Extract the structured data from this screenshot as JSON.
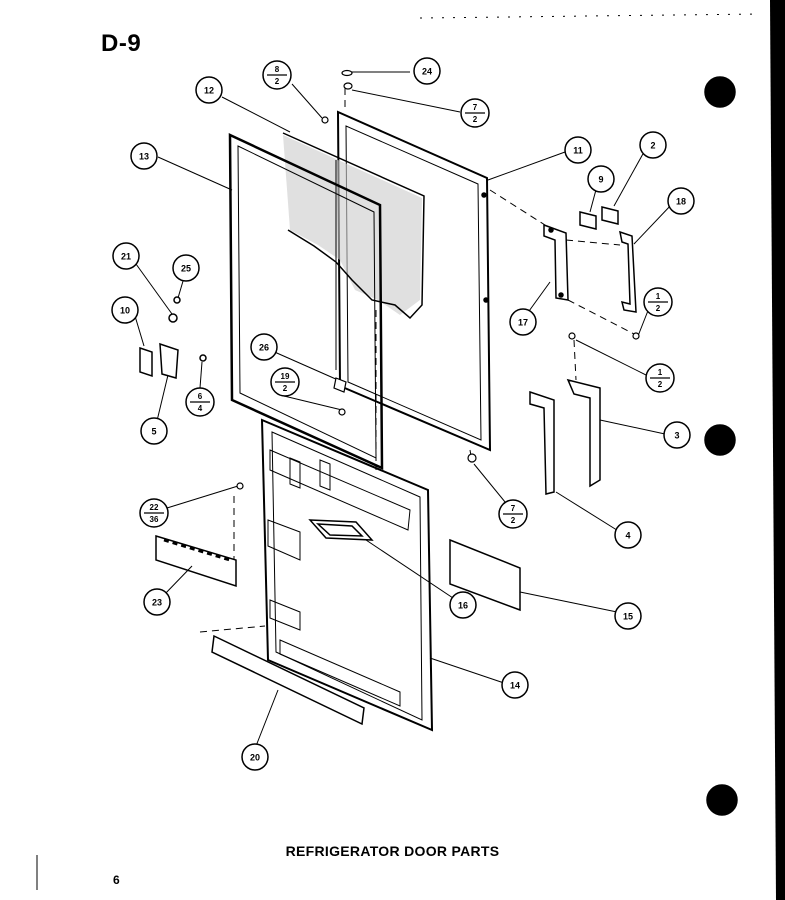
{
  "page": {
    "title": "D-9",
    "caption": "REFRIGERATOR DOOR PARTS",
    "page_number": "6"
  },
  "callouts": [
    {
      "id": "24",
      "label": "24"
    },
    {
      "id": "12",
      "label": "12"
    },
    {
      "id": "13",
      "label": "13"
    },
    {
      "id": "11",
      "label": "11"
    },
    {
      "id": "2",
      "label": "2"
    },
    {
      "id": "9",
      "label": "9"
    },
    {
      "id": "18",
      "label": "18"
    },
    {
      "id": "21",
      "label": "21"
    },
    {
      "id": "25",
      "label": "25"
    },
    {
      "id": "10",
      "label": "10"
    },
    {
      "id": "17",
      "label": "17"
    },
    {
      "id": "26",
      "label": "26"
    },
    {
      "id": "5",
      "label": "5"
    },
    {
      "id": "3",
      "label": "3"
    },
    {
      "id": "4",
      "label": "4"
    },
    {
      "id": "23",
      "label": "23"
    },
    {
      "id": "16",
      "label": "16"
    },
    {
      "id": "15",
      "label": "15"
    },
    {
      "id": "14",
      "label": "14"
    },
    {
      "id": "20",
      "label": "20"
    }
  ],
  "fraction_callouts": [
    {
      "id": "8-2",
      "top": "8",
      "bottom": "2"
    },
    {
      "id": "7-2-top",
      "top": "7",
      "bottom": "2"
    },
    {
      "id": "1-2-a",
      "top": "1",
      "bottom": "2"
    },
    {
      "id": "1-2-b",
      "top": "1",
      "bottom": "2"
    },
    {
      "id": "6-4",
      "top": "6",
      "bottom": "4"
    },
    {
      "id": "19-2",
      "top": "19",
      "bottom": "2"
    },
    {
      "id": "7-2-bottom",
      "top": "7",
      "bottom": "2"
    },
    {
      "id": "22-36",
      "top": "22",
      "bottom": "36"
    }
  ]
}
